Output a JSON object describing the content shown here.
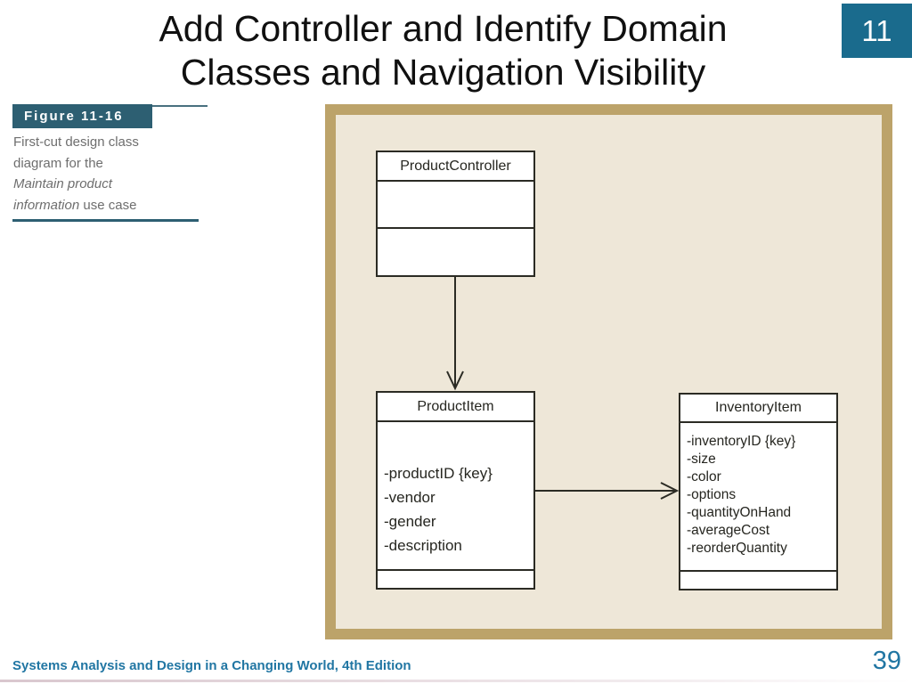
{
  "slide": {
    "title_line1": "Add Controller and Identify Domain",
    "title_line2": "Classes and Navigation Visibility",
    "chapter_number": "11",
    "footer": "Systems Analysis and Design in a Changing World, 4th Edition",
    "page_number": "39"
  },
  "figure": {
    "label": "Figure 11-16",
    "caption_line1": "First-cut design class",
    "caption_line2": "diagram for the",
    "caption_line3_italic": "Maintain product",
    "caption_line4_italic": "information",
    "caption_line4_rest": " use case"
  },
  "diagram": {
    "type": "uml-class-diagram",
    "classes": [
      {
        "name": "ProductController",
        "attributes": [],
        "operations": []
      },
      {
        "name": "ProductItem",
        "attributes": [
          "-productID {key}",
          "-vendor",
          "-gender",
          "-description"
        ],
        "operations": []
      },
      {
        "name": "InventoryItem",
        "attributes": [
          "-inventoryID {key}",
          "-size",
          "-color",
          "-options",
          "-quantityOnHand",
          "-averageCost",
          "-reorderQuantity"
        ],
        "operations": []
      }
    ],
    "connectors": [
      {
        "from": "ProductController",
        "to": "ProductItem",
        "direction": "down"
      },
      {
        "from": "ProductItem",
        "to": "InventoryItem",
        "direction": "right"
      }
    ]
  },
  "colors": {
    "chapter_box": "#1A6B8D",
    "figure_label_bg": "#2D5F72",
    "caption_text": "#6E6E6E",
    "panel_border": "#BCA36A",
    "panel_bg": "#EEE7D8",
    "box_border": "#2B2B24",
    "footer_text": "#2176A3"
  }
}
